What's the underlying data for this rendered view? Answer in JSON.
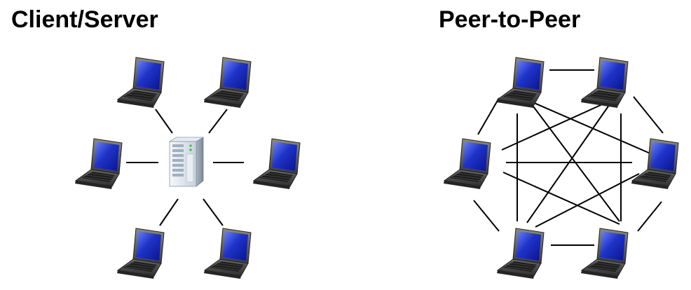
{
  "titles": {
    "client_server": "Client/Server",
    "peer_to_peer": "Peer-to-Peer"
  },
  "icons": {
    "client": "laptop-icon",
    "server": "server-tower-icon"
  },
  "colors": {
    "text": "#000000",
    "line": "#000000",
    "screen": "#1f33c8",
    "laptop_body": "#4a4a4a",
    "server_body": "#d9e1e9"
  },
  "diagrams": [
    {
      "name": "client-server",
      "topology": "star",
      "hub": "server",
      "clients": 6
    },
    {
      "name": "peer-to-peer",
      "topology": "full-mesh",
      "peers": 6
    }
  ]
}
